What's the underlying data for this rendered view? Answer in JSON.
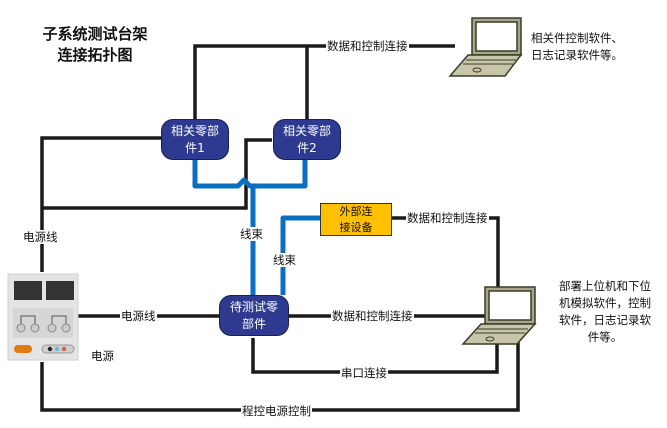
{
  "title": {
    "line1": "子系统测试台架",
    "line2": "连接拓扑图"
  },
  "nodes": {
    "related1": {
      "line1": "相关零部",
      "line2": "件1"
    },
    "related2": {
      "line1": "相关零部",
      "line2": "件2"
    },
    "dut": {
      "line1": "待测试零",
      "line2": "部件"
    },
    "external": {
      "line1": "外部连",
      "line2": "接设备"
    },
    "power_supply": {
      "label": "电源"
    }
  },
  "edges": {
    "top_data": "数据和控制连接",
    "ext_data": "数据和控制连接",
    "dut_data": "数据和控制连接",
    "serial": "串口连接",
    "prog_power": "程控电源控制",
    "power_line_left": "电源线",
    "power_line_dut": "电源线",
    "harness_main": "线束",
    "harness_ext": "线束"
  },
  "notes": {
    "top_pc": {
      "line1": "相关件控制软件、",
      "line2": "日志记录软件等。"
    },
    "right_pc": {
      "line1": "部署上位机和下位",
      "line2": "机模拟软件，控制",
      "line3": "软件，日志记录软",
      "line4": "件等。"
    }
  },
  "colors": {
    "node": "#2e3a8f",
    "external": "#ffc000",
    "harness": "#0a6fc2",
    "wire": "#1a1a1a"
  }
}
